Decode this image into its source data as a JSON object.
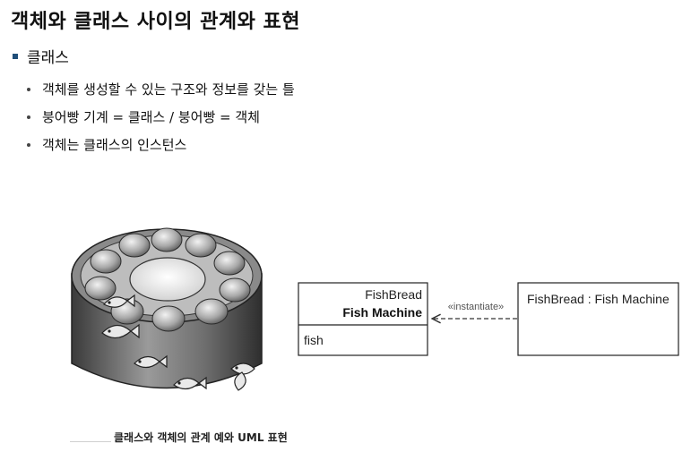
{
  "slide": {
    "title": "객체와 클래스 사이의 관계와 표현",
    "main_bullet": "클래스",
    "sub_bullets": [
      "객체를 생성할 수 있는 구조와 정보를 갖는 틀",
      "붕어빵 기계 = 클래스 / 붕어빵 = 객체",
      "객체는 클래스의 인스턴스"
    ]
  },
  "figure": {
    "caption": "클래스와 객체의 관계 예와 UML 표현",
    "uml": {
      "class_stereotype_name": "FishBread",
      "class_name": "Fish Machine",
      "class_attribute": "fish",
      "relation_label": "«instantiate»",
      "object_label": "FishBread : Fish Machine"
    }
  }
}
